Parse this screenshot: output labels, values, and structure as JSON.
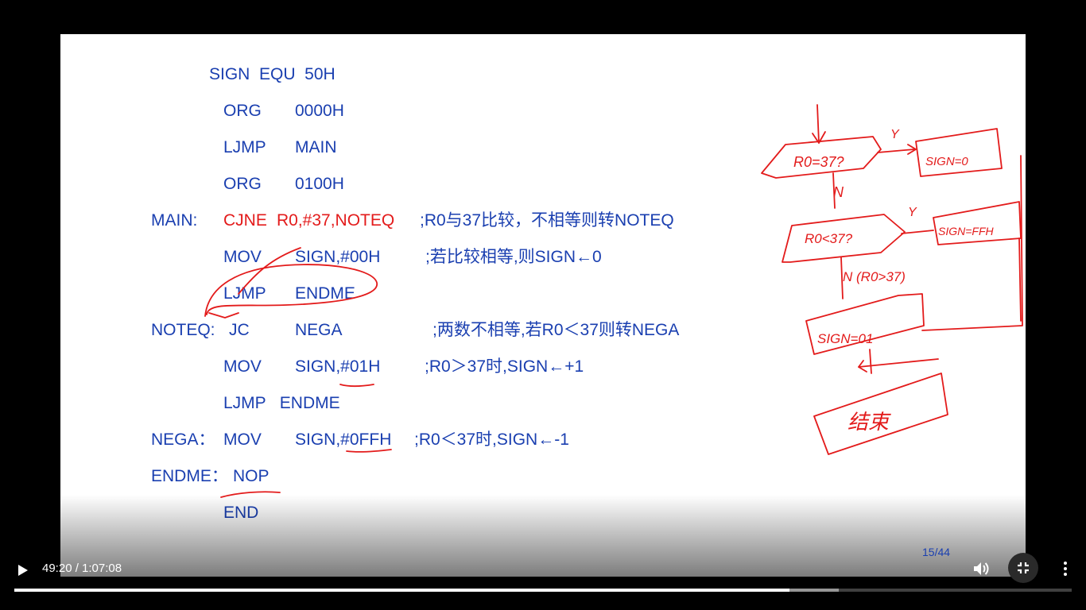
{
  "slide": {
    "lines": [
      {
        "label": "",
        "op": "SIGN  EQU  50H",
        "args": "",
        "comment": ""
      },
      {
        "label": "",
        "op": "ORG",
        "args": "0000H",
        "comment": ""
      },
      {
        "label": "",
        "op": "LJMP",
        "args": "MAIN",
        "comment": ""
      },
      {
        "label": "",
        "op": "ORG",
        "args": "0100H",
        "comment": ""
      },
      {
        "label": "MAIN:",
        "op": "CJNE",
        "args": "R0,#37,NOTEQ",
        "comment": ";R0与37比较，不相等则转NOTEQ"
      },
      {
        "label": "",
        "op": "MOV",
        "args": "SIGN,#00H",
        "comment": ";若比较相等,则SIGN←0"
      },
      {
        "label": "",
        "op": "LJMP",
        "args": "ENDME",
        "comment": ""
      },
      {
        "label": "NOTEQ:",
        "op": "JC",
        "args": "NEGA",
        "comment": ";两数不相等,若R0＜37则转NEGA"
      },
      {
        "label": "",
        "op": "MOV",
        "args": "SIGN,#01H",
        "comment": ";R0＞37时,SIGN←+1"
      },
      {
        "label": "",
        "op": "LJMP   ENDME",
        "args": "",
        "comment": ""
      },
      {
        "label": "NEGA：",
        "op": "MOV",
        "args": "SIGN,#0FFH",
        "comment": ";R0＜37时,SIGN←-1"
      },
      {
        "label": "ENDME：",
        "op": "NOP",
        "args": "",
        "comment": ""
      },
      {
        "label": "",
        "op": "END",
        "args": "",
        "comment": ""
      }
    ],
    "page_indicator": "15/44"
  },
  "annotations": {
    "ink_color": "#e31b1b",
    "flowchart_texts": [
      "R0=37?",
      "Y",
      "SIGN=0",
      "N",
      "R0<37?",
      "Y",
      "SIGN=FFH",
      "N (R0>37)",
      "SIGN=01",
      "结束"
    ]
  },
  "player": {
    "time_display": "49:20 / 1:07:08",
    "played_fraction": 0.733,
    "buffered_fraction": 0.78,
    "play_icon": "play-icon",
    "volume_icon": "volume-icon",
    "fullscreen_exit_icon": "fullscreen-exit-icon",
    "more_icon": "more-vert-icon"
  },
  "colors": {
    "code_blue": "#1a3fb0",
    "code_red": "#e31b1b"
  }
}
